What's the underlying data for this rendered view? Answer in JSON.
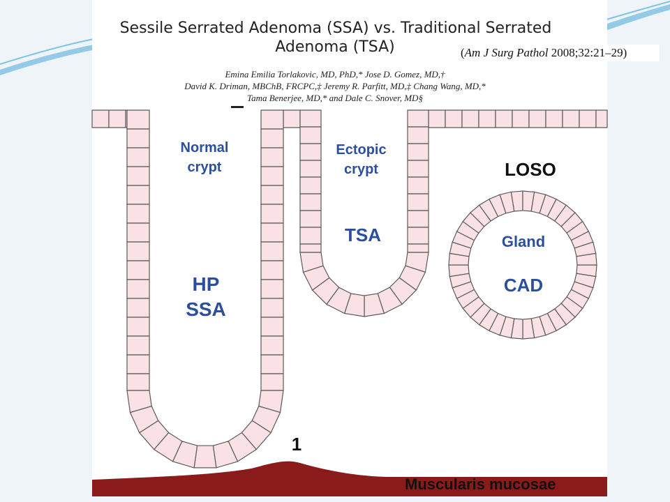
{
  "colors": {
    "cell_fill": "#f9e1e6",
    "cell_stroke": "#5a5a5a",
    "muscle": "#8b1a1a",
    "label_blue": "#2b4f9e",
    "slide_accent": "#4aa8d8"
  },
  "title": {
    "line1": "Sessile Serrated Adenoma (SSA) vs. Traditional Serrated",
    "line2": "Adenoma (TSA)"
  },
  "citation": {
    "open": "(",
    "journal": "Am J Surg Pathol",
    "rest": " 2008;32:21–29)"
  },
  "authors": [
    "Emina Emilia Torlakovic, MD, PhD,* Jose D. Gomez, MD,†",
    "David K. Driman, MBChB, FRCPC,‡ Jeremy R. Parfitt, MD,‡ Chang Wang, MD,*",
    "Tama Benerjee, MD,* and Dale C. Snover, MD§"
  ],
  "diagram": {
    "normal_crypt": "Normal\ncrypt",
    "ectopic_crypt": "Ectopic\ncrypt",
    "tsa": "TSA",
    "hp": "HP",
    "ssa": "SSA",
    "loso": "LOSO",
    "gland": "Gland",
    "cad": "CAD",
    "marker": "1",
    "muscularis": "Muscularis mucosae"
  }
}
